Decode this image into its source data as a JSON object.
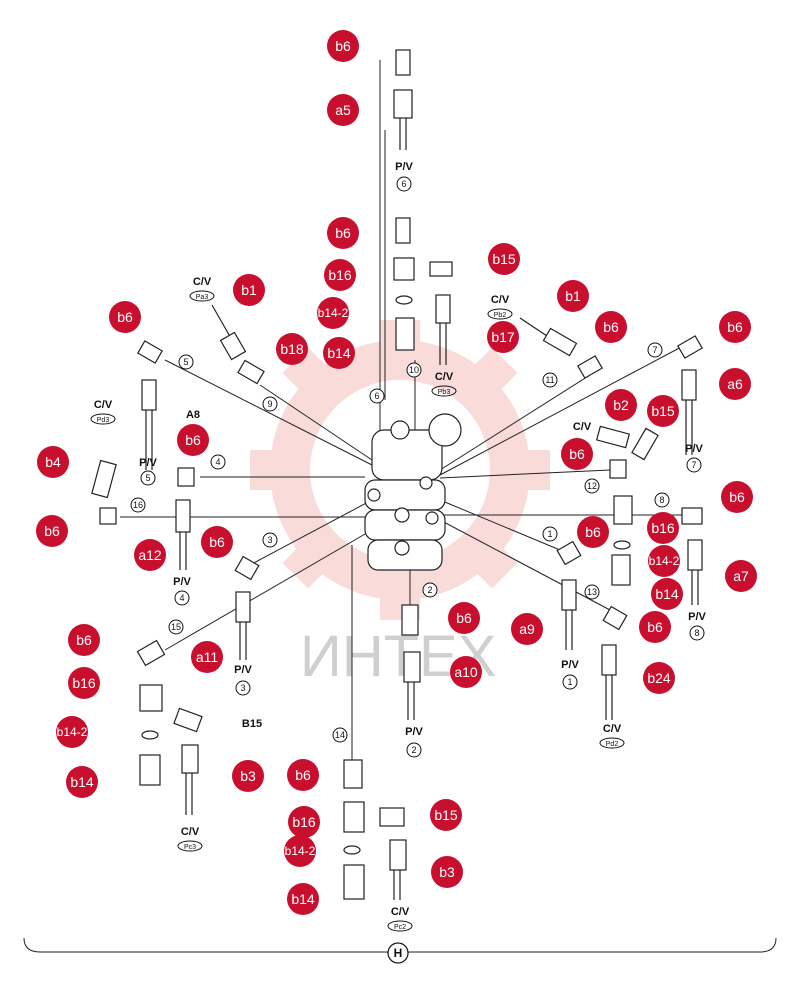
{
  "watermark": "ИНТЕХ",
  "section_label": "H",
  "callouts": [
    {
      "id": "c1",
      "text": "b6"
    },
    {
      "id": "c2",
      "text": "a5"
    },
    {
      "id": "c3",
      "text": "b6"
    },
    {
      "id": "c4",
      "text": "b16"
    },
    {
      "id": "c5",
      "text": "b15"
    },
    {
      "id": "c6",
      "text": "b1"
    },
    {
      "id": "c7",
      "text": "b14-2"
    },
    {
      "id": "c8",
      "text": "b1"
    },
    {
      "id": "c9",
      "text": "b6"
    },
    {
      "id": "c10",
      "text": "b17"
    },
    {
      "id": "c11",
      "text": "b18"
    },
    {
      "id": "c12",
      "text": "b14"
    },
    {
      "id": "c13",
      "text": "b6"
    },
    {
      "id": "c14",
      "text": "b6"
    },
    {
      "id": "c15",
      "text": "a6"
    },
    {
      "id": "c16",
      "text": "b2"
    },
    {
      "id": "c17",
      "text": "b15"
    },
    {
      "id": "c18",
      "text": "b6"
    },
    {
      "id": "c19",
      "text": "b6"
    },
    {
      "id": "c20",
      "text": "b4"
    },
    {
      "id": "c21",
      "text": "b6"
    },
    {
      "id": "c22",
      "text": "b6"
    },
    {
      "id": "c23",
      "text": "b16"
    },
    {
      "id": "c24",
      "text": "a12"
    },
    {
      "id": "c25",
      "text": "b6"
    },
    {
      "id": "c26",
      "text": "b6"
    },
    {
      "id": "c27",
      "text": "b14-2"
    },
    {
      "id": "c28",
      "text": "a7"
    },
    {
      "id": "c29",
      "text": "b14"
    },
    {
      "id": "c30",
      "text": "b6"
    },
    {
      "id": "c31",
      "text": "b6"
    },
    {
      "id": "c32",
      "text": "a9"
    },
    {
      "id": "c33",
      "text": "b6"
    },
    {
      "id": "c34",
      "text": "a11"
    },
    {
      "id": "c35",
      "text": "b16"
    },
    {
      "id": "c36",
      "text": "a10"
    },
    {
      "id": "c37",
      "text": "b24"
    },
    {
      "id": "c38",
      "text": "b14-2"
    },
    {
      "id": "c39",
      "text": "b14"
    },
    {
      "id": "c40",
      "text": "b3"
    },
    {
      "id": "c41",
      "text": "b6"
    },
    {
      "id": "c42",
      "text": "b16"
    },
    {
      "id": "c43",
      "text": "b15"
    },
    {
      "id": "c44",
      "text": "b14-2"
    },
    {
      "id": "c45",
      "text": "b3"
    },
    {
      "id": "c46",
      "text": "b14"
    }
  ],
  "labels": {
    "pv6": "P/V",
    "cv_pa3": "C/V",
    "pa3": "Pa3",
    "cv_pb2": "C/V",
    "pb2": "Pb2",
    "cv_pb3": "C/V",
    "pb3": "Pb3",
    "a8": "A8",
    "pv5": "P/V",
    "cv_pd3": "C/V",
    "pd3": "Pd3",
    "pv7": "P/V",
    "cv_b2": "C/V",
    "pv4": "P/V",
    "pv8": "P/V",
    "pv3": "P/V",
    "b15": "B15",
    "cv_pc3": "C/V",
    "pc3": "Pc3",
    "pv1": "P/V",
    "pv2": "P/V",
    "cv_pd2": "C/V",
    "pd2": "Pd2",
    "cv_pc2": "C/V",
    "pc2": "Pc2"
  },
  "circled_numbers": {
    "n6a": "6",
    "n5a": "5",
    "n6b": "6",
    "n10": "10",
    "n9": "9",
    "n11": "11",
    "n7a": "7",
    "n5b": "5",
    "n4a": "4",
    "n12": "12",
    "n7b": "7",
    "n8a": "8",
    "n16": "16",
    "n3a": "3",
    "n1a": "1",
    "n4b": "4",
    "n2a": "2",
    "n13": "13",
    "n8b": "8",
    "n15": "15",
    "n3b": "3",
    "n1b": "1",
    "n14": "14",
    "n2b": "2"
  }
}
